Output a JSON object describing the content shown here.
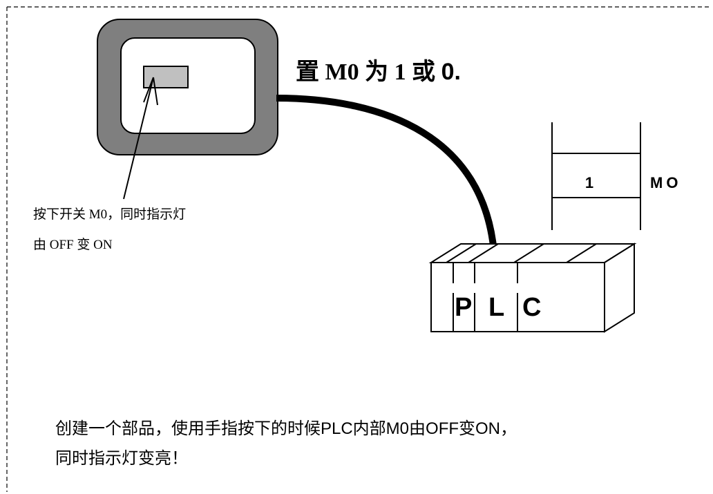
{
  "heading": {
    "prefix": "置 M0 为 1 或",
    "value": "0."
  },
  "annotation": {
    "line1": "按下开关 M0，同时指示灯",
    "line2": "由 OFF 变 ON"
  },
  "register": {
    "value": "1",
    "name": "MO"
  },
  "plc": {
    "letters": [
      "P",
      "L",
      "C"
    ]
  },
  "caption": {
    "line1": "创建一个部品，使用手指按下的时候PLC内部M0由OFF变ON，",
    "line2": "同时指示灯变亮！"
  },
  "colors": {
    "panel_bezel": "#7f7f7f",
    "switch_fill": "#c0c0c0",
    "cable": "#000000"
  }
}
